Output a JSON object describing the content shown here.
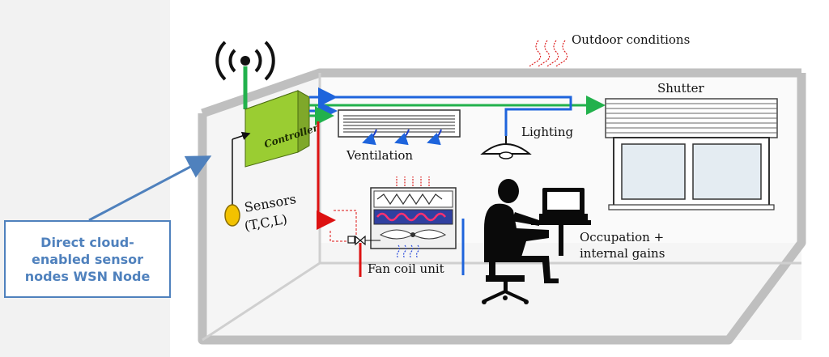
{
  "callout": {
    "text": "Direct cloud-\nenabled sensor\nnodes WSN Node"
  },
  "labels": {
    "outdoor": "Outdoor conditions",
    "shutter": "Shutter",
    "controller": "Controller",
    "lighting": "Lighting",
    "ventilation": "Ventilation",
    "sensors_1": "Sensors",
    "sensors_2": "(T,C,L)",
    "fan_coil": "Fan coil unit",
    "occupation_1": "Occupation +",
    "occupation_2": "internal gains"
  },
  "icons": [
    "antenna-icon",
    "thermometer-sensor-icon",
    "ceiling-lamp-icon",
    "window-icon",
    "person-at-computer-icon",
    "fan-coil-icon",
    "ventilation-grille-icon",
    "heat-wave-icon"
  ],
  "colors": {
    "callout": "#4f81bd",
    "controller": "#9acd32",
    "green_line": "#22b14c",
    "blue_line": "#1e64dc",
    "red_line": "#dd1111",
    "room_wall": "#bfbfbf",
    "room_fill": "#f5f5f5",
    "sensor": "#f2c200"
  }
}
